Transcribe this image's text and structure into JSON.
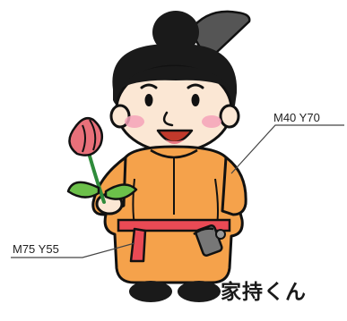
{
  "callouts": {
    "upper_color_spec": "M40 Y70",
    "lower_color_spec": "M75 Y55"
  },
  "character": {
    "name": "家持くん"
  },
  "colors": {
    "robe": "#F5A24B",
    "belt": "#E94A55",
    "hair": "#1A1A1A",
    "cap_tail": "#555555",
    "skin": "#FBE7D4",
    "flower": "#E8707A",
    "leaf": "#6CC04A"
  },
  "icons": {
    "held_item": "tulip-flower-icon",
    "sword": "sword-hilt-icon"
  }
}
